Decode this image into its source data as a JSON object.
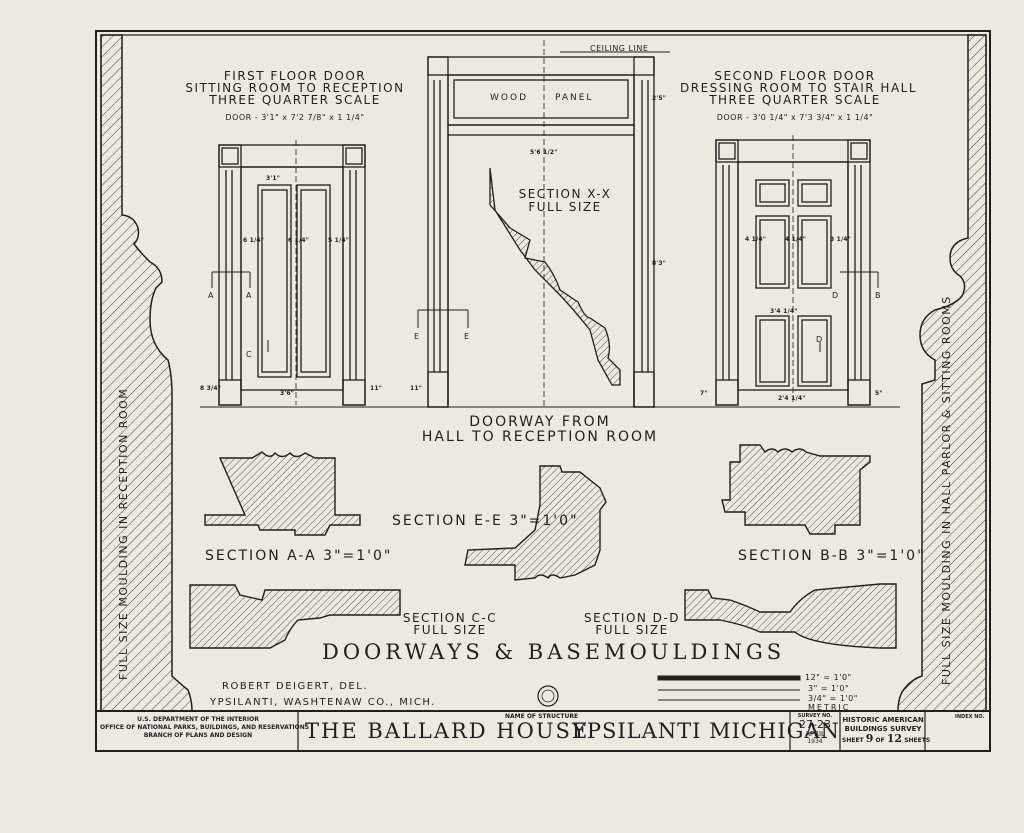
{
  "drawing": {
    "ceiling_line": "CEILING LINE",
    "wood_panel_left": "WOOD",
    "wood_panel_right": "PANEL",
    "first_floor": {
      "line1": "FIRST FLOOR DOOR",
      "line2": "SITTING ROOM TO RECEPTION",
      "line3": "THREE QUARTER SCALE",
      "door_size": "DOOR - 3'1\" x 7'2 7/8\" x 1 1/4\""
    },
    "second_floor": {
      "line1": "SECOND FLOOR DOOR",
      "line2": "DRESSING ROOM TO STAIR HALL",
      "line3": "THREE QUARTER SCALE",
      "door_size": "DOOR - 3'0 1/4\" x 7'3 3/4\" x 1 1/4\""
    },
    "section_xx": {
      "line1": "SECTION X-X",
      "line2": "FULL SIZE"
    },
    "doorway_caption": {
      "line1": "DOORWAY FROM",
      "line2": "HALL TO RECEPTION ROOM"
    },
    "section_aa": "SECTION A-A 3\"=1'0\"",
    "section_ee": "SECTION E-E 3\"=1'0\"",
    "section_bb": "SECTION B-B 3\"=1'0\"",
    "section_cc": {
      "line1": "SECTION C-C",
      "line2": "FULL SIZE"
    },
    "section_dd": {
      "line1": "SECTION D-D",
      "line2": "FULL SIZE"
    },
    "sheet_title": "DOORWAYS & BASEMOULDINGS",
    "delineator": "ROBERT DEIGERT, DEL.",
    "location": "YPSILANTI, WASHTENAW CO., MICH.",
    "left_vertical": "FULL SIZE MOULDING IN RECEPTION ROOM",
    "right_vertical": "FULL SIZE MOULDING IN HALL PARLOR & SITTING ROOMS",
    "scales": [
      "12\" = 1'0\"",
      "3\" = 1'0\"",
      "3/4\" = 1'0\""
    ],
    "metric": "METRIC",
    "markers": [
      "A",
      "A",
      "C",
      "E",
      "E",
      "B",
      "D",
      "D"
    ],
    "dims_first": [
      "3'1\"",
      "6 1/4\"",
      "6 1/4\"",
      "5 1/4\"",
      "3'6\"",
      "8 3/4\"",
      "11\""
    ],
    "dims_center": [
      "5'6 1/2\"",
      "8'3\"",
      "2'5\"",
      "11\""
    ],
    "dims_second": [
      "4 1/4\"",
      "4 1/4\"",
      "3 1/4\"",
      "3'4 1/4\"",
      "2'4 1/4\"",
      "5\"",
      "7\""
    ]
  },
  "title_block": {
    "dept_line1": "U.S. DEPARTMENT OF THE INTERIOR",
    "dept_line2": "OFFICE OF NATIONAL PARKS, BUILDINGS, AND RESERVATIONS",
    "dept_line3": "BRANCH OF PLANS AND DESIGN",
    "name_label": "NAME OF STRUCTURE",
    "structure": "THE BALLARD HOUSE",
    "city": "YPSILANTI MICHIGAN",
    "survey_label": "SURVEY NO.",
    "survey_no": "27-23",
    "date_month": "APRIL",
    "date_year": "1934",
    "habs_line1": "HISTORIC AMERICAN",
    "habs_line2": "BUILDINGS SURVEY",
    "sheet_label": "SHEET",
    "sheet_no": "9",
    "of_label": "OF",
    "sheets_total": "12",
    "sheets_label": "SHEETS",
    "index_label": "INDEX NO."
  },
  "colors": {
    "paper": "#ece9df",
    "ink": "#1f1f1d"
  }
}
